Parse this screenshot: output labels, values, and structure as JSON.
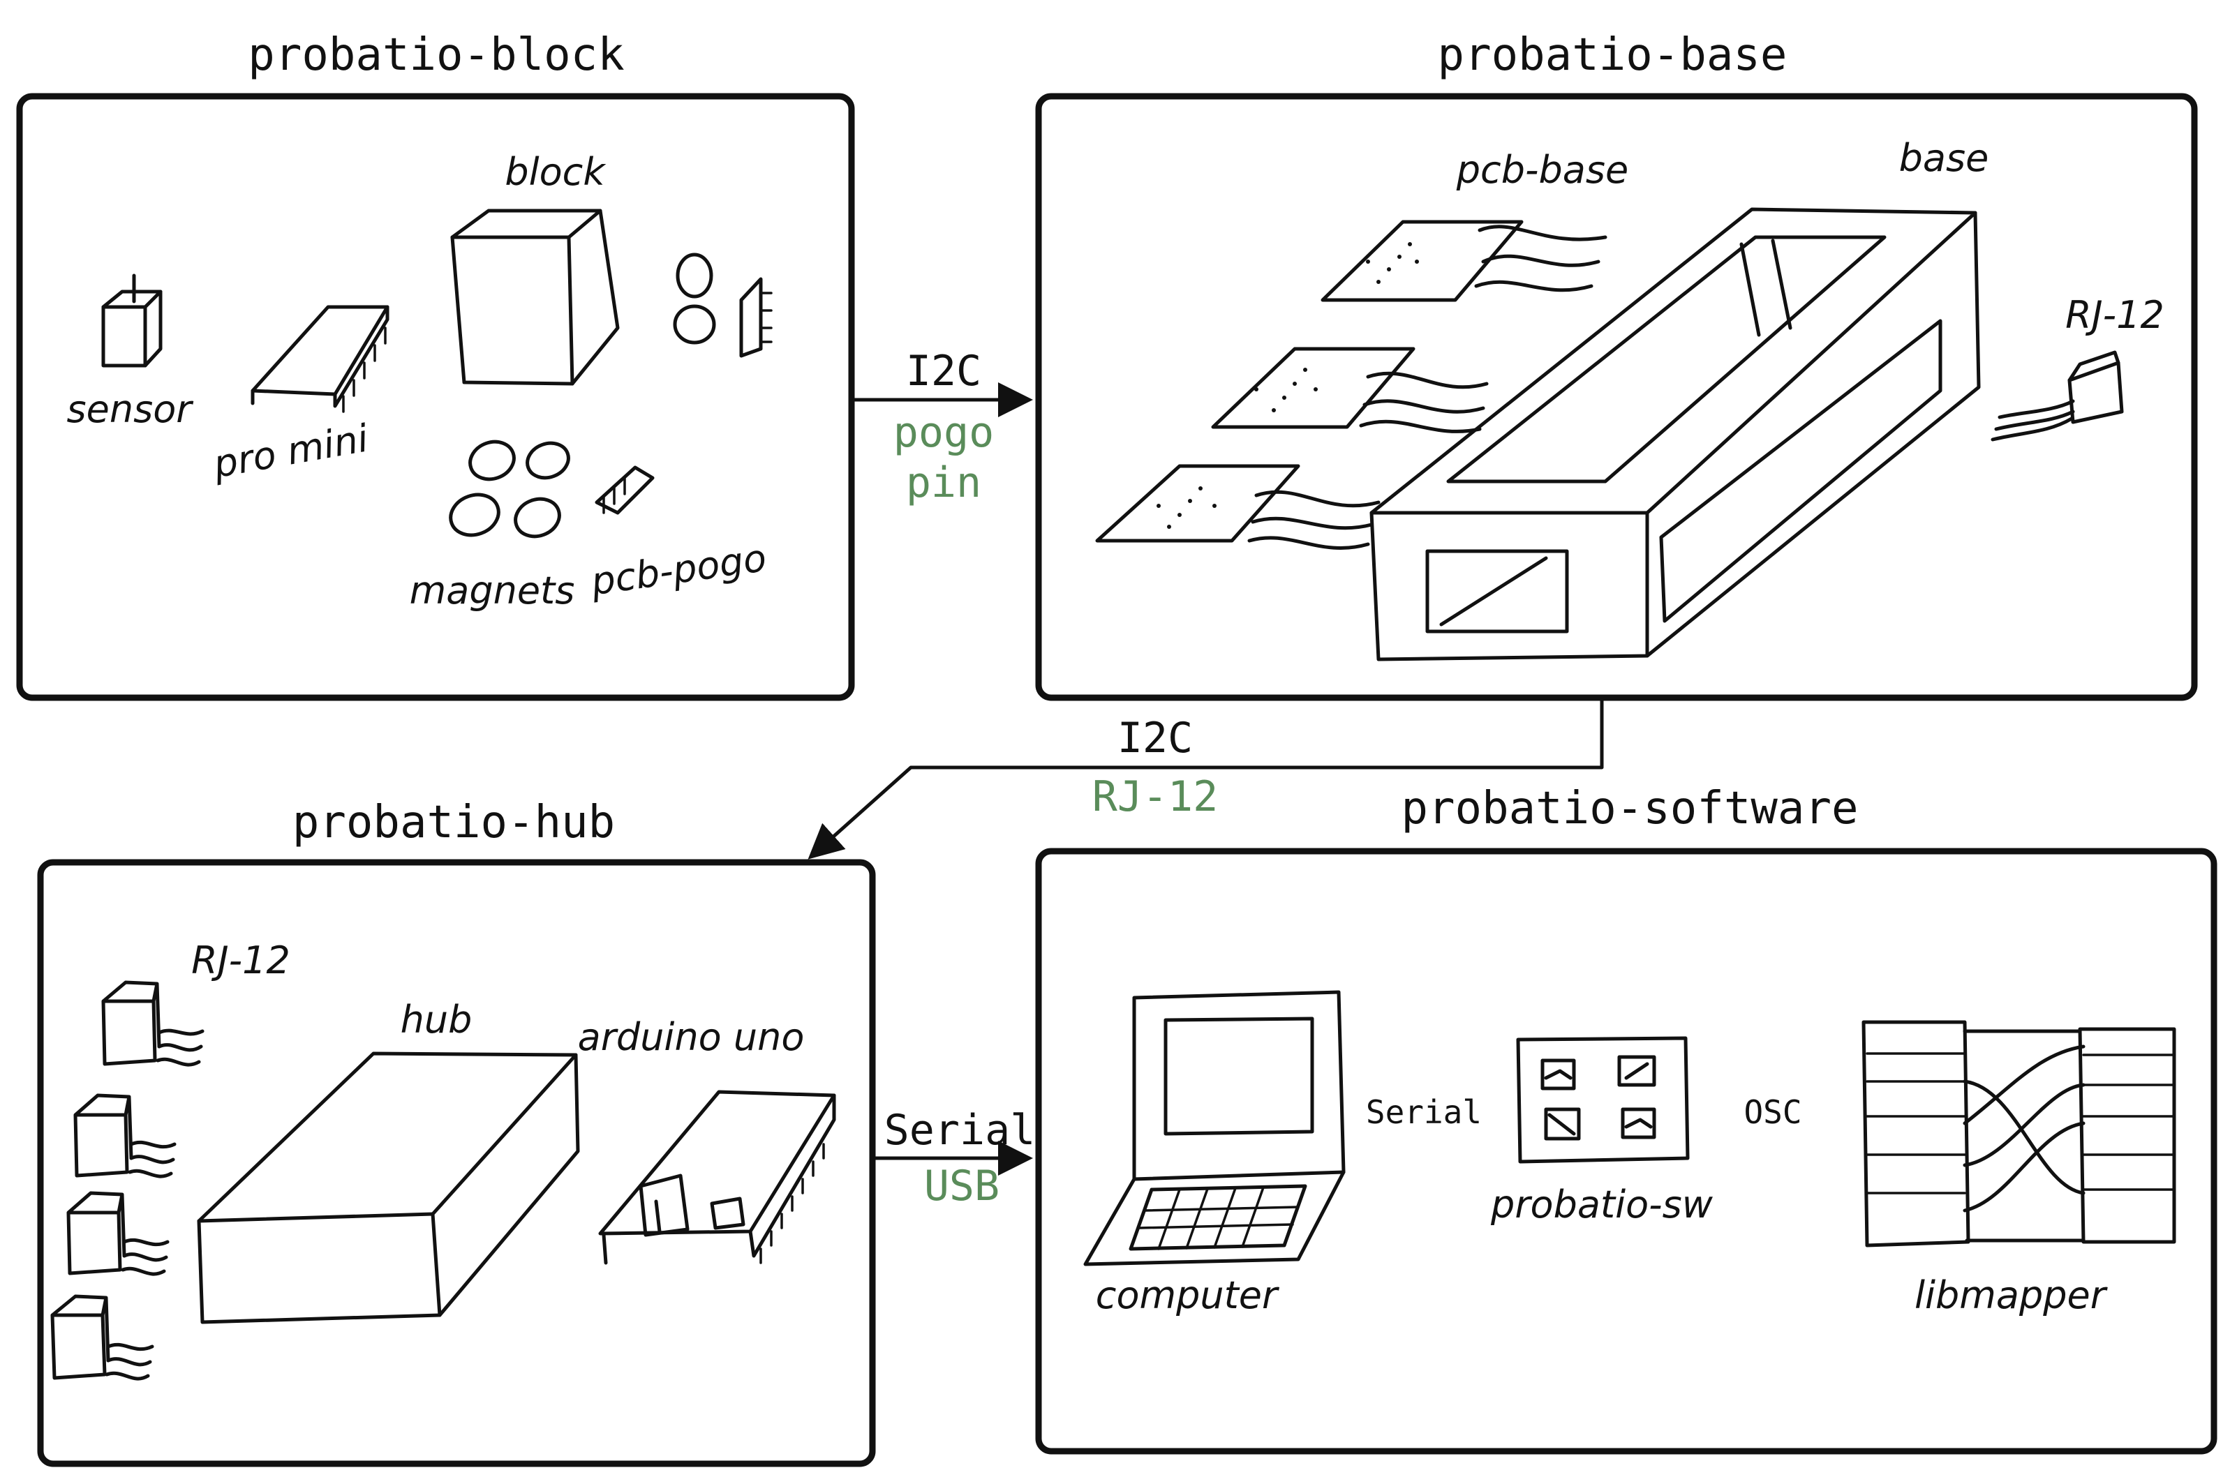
{
  "panels": {
    "block": {
      "title": "probatio-block",
      "labels": {
        "sensor": "sensor",
        "pro_mini": "pro mini",
        "block": "block",
        "magnets": "magnets",
        "pcb_pogo": "pcb-pogo"
      }
    },
    "base": {
      "title": "probatio-base",
      "labels": {
        "pcb_base": "pcb-base",
        "base": "base",
        "rj12": "RJ-12"
      }
    },
    "hub": {
      "title": "probatio-hub",
      "labels": {
        "rj12": "RJ-12",
        "hub": "hub",
        "arduino": "arduino uno"
      }
    },
    "software": {
      "title": "probatio-software",
      "labels": {
        "computer": "computer",
        "serial": "Serial",
        "probatio_sw": "probatio-sw",
        "osc": "OSC",
        "libmapper": "libmapper"
      }
    }
  },
  "connections": {
    "block_base": {
      "protocol": "I2C",
      "medium_line1": "pogo",
      "medium_line2": "pin"
    },
    "base_hub": {
      "protocol": "I2C",
      "medium": "RJ-12"
    },
    "hub_software": {
      "protocol": "Serial",
      "medium": "USB"
    }
  },
  "colors": {
    "stroke": "#111111",
    "medium_text": "#5a8c5a",
    "background": "#ffffff"
  }
}
